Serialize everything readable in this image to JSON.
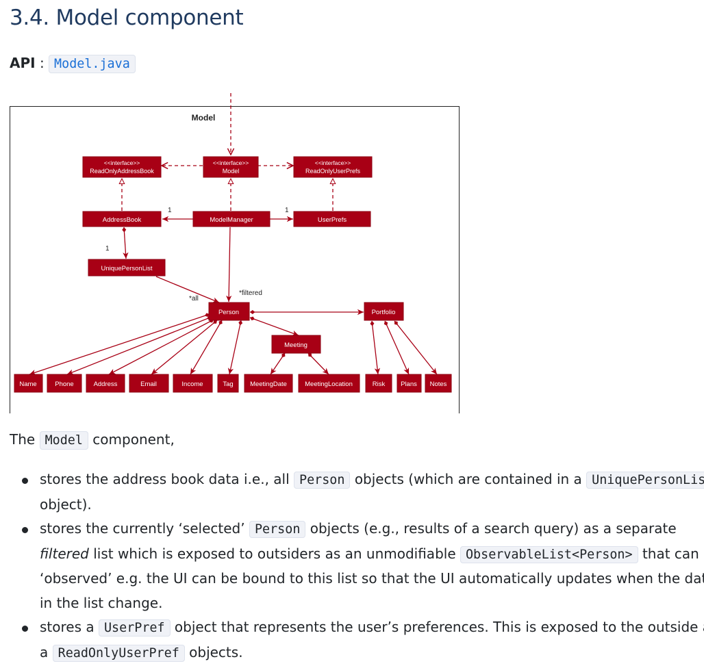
{
  "section": {
    "title": "3.4. Model component"
  },
  "api": {
    "label": "API",
    "separator": ":",
    "link_text": "Model.java"
  },
  "diagram": {
    "package_label": "Model",
    "stereotype": "<<interface>>",
    "classes": {
      "readonly_address_book": "ReadOnlyAddressBook",
      "model": "Model",
      "readonly_user_prefs": "ReadOnlyUserPrefs",
      "address_book": "AddressBook",
      "model_manager": "ModelManager",
      "user_prefs": "UserPrefs",
      "unique_person_list": "UniquePersonList",
      "person": "Person",
      "portfolio": "Portfolio",
      "meeting": "Meeting",
      "name": "Name",
      "phone": "Phone",
      "address": "Address",
      "email": "Email",
      "income": "Income",
      "tag": "Tag",
      "meeting_date": "MeetingDate",
      "meeting_location": "MeetingLocation",
      "risk": "Risk",
      "plans": "Plans",
      "notes": "Notes"
    },
    "multiplicities": {
      "address_book": "1",
      "user_prefs": "1",
      "unique_person_list": "1",
      "all": "*all",
      "filtered": "*filtered"
    },
    "colors": {
      "box_fill": "#a80015",
      "box_stroke": "#8b0012",
      "line": "#a80015",
      "box_text": "#ffffff"
    }
  },
  "content": {
    "intro_prefix": "The",
    "intro_code": "Model",
    "intro_suffix": "component,",
    "b1_t1": "stores the address book data i.e., all",
    "b1_c1": "Person",
    "b1_t2": "objects (which are contained in a",
    "b1_c2": "UniquePersonList",
    "b1_t3": "object).",
    "b2_t1": "stores the currently ‘selected’",
    "b2_c1": "Person",
    "b2_t2": "objects (e.g., results of a search query) as a separate",
    "b2_em": "filtered",
    "b2_t3": "list which is exposed to outsiders as an unmodifiable",
    "b2_c2": "ObservableList<Person>",
    "b2_t4": "that can be ‘observed’ e.g. the UI can be bound to this list so that the UI automatically updates when the data in the list change.",
    "b3_t1": "stores a",
    "b3_c1": "UserPref",
    "b3_t2": "object that represents the user’s preferences. This is exposed to the outside as a",
    "b3_c2": "ReadOnlyUserPref",
    "b3_t3": "objects."
  }
}
